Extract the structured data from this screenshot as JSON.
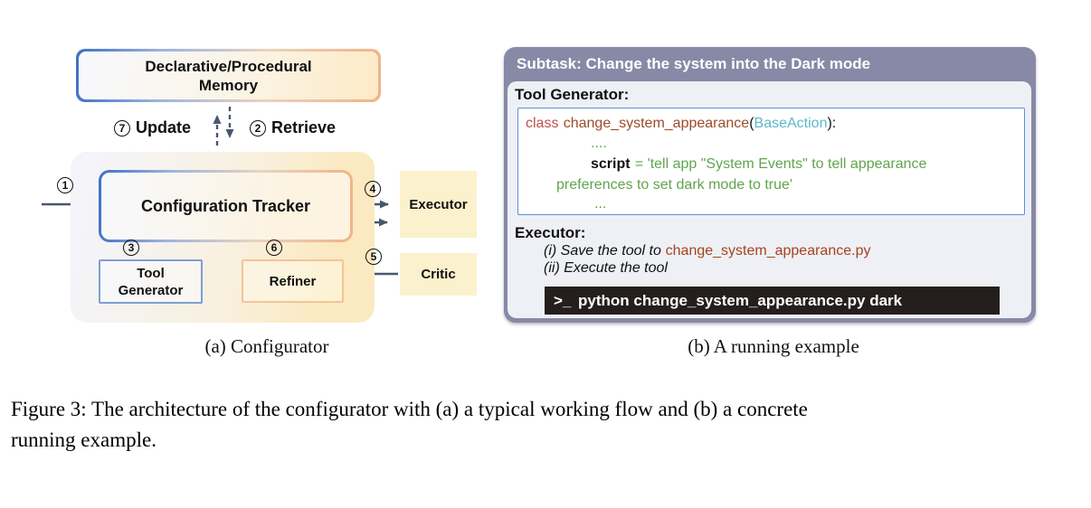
{
  "figure": {
    "caption_line1": "Figure 3: The architecture of the configurator with (a) a typical working flow and (b) a concrete",
    "caption_line2": "running example.",
    "subcaption_a": "(a) Configurator",
    "subcaption_b": "(b) A running example"
  },
  "configurator": {
    "memory_line1": "Declarative/Procedural",
    "memory_line2": "Memory",
    "tracker_label": "Configuration Tracker",
    "tool_generator_line1": "Tool",
    "tool_generator_line2": "Generator",
    "refiner_label": "Refiner",
    "executor_label": "Executor",
    "critic_label": "Critic",
    "steps": {
      "input": {
        "num": "1"
      },
      "retrieve": {
        "num": "2",
        "label": "Retrieve"
      },
      "generate": {
        "num": "3"
      },
      "to_executor": {
        "num": "4"
      },
      "from_critic": {
        "num": "5"
      },
      "refine": {
        "num": "6"
      },
      "update": {
        "num": "7",
        "label": "Update"
      }
    }
  },
  "example": {
    "subtask_header": "Subtask: Change the system into the Dark mode",
    "tool_generator_heading": "Tool Generator:",
    "code": {
      "keyword": "class",
      "class_name": "change_system_appearance",
      "open_paren": "(",
      "base_class": "BaseAction",
      "close_suffix": "):",
      "ellipsis_top": "....",
      "variable": "script",
      "string_line1": "= 'tell app \"System Events\" to tell appearance",
      "string_line2": "preferences to set dark mode to true'",
      "ellipsis_bottom": "..."
    },
    "executor_heading": "Executor:",
    "step_i_text": "(i) Save the tool to",
    "step_i_file": "change_system_appearance.py",
    "step_ii_text": "(ii) Execute the tool",
    "terminal": {
      "prompt": ">_",
      "command": "python change_system_appearance.py dark"
    }
  },
  "colors": {
    "arrow": "#47586E",
    "panel_header_bg": "#8889A6",
    "code_keyword": "#C05048",
    "code_class_name": "#9D4A28",
    "code_base_class": "#5CB8CC",
    "code_string": "#61A44E",
    "file_name": "#A3441F",
    "terminal_bg": "#241F1C",
    "node_yellow": "#FCF1CD",
    "border_blue": "#7D9FD6",
    "border_peach": "#F4C498"
  }
}
